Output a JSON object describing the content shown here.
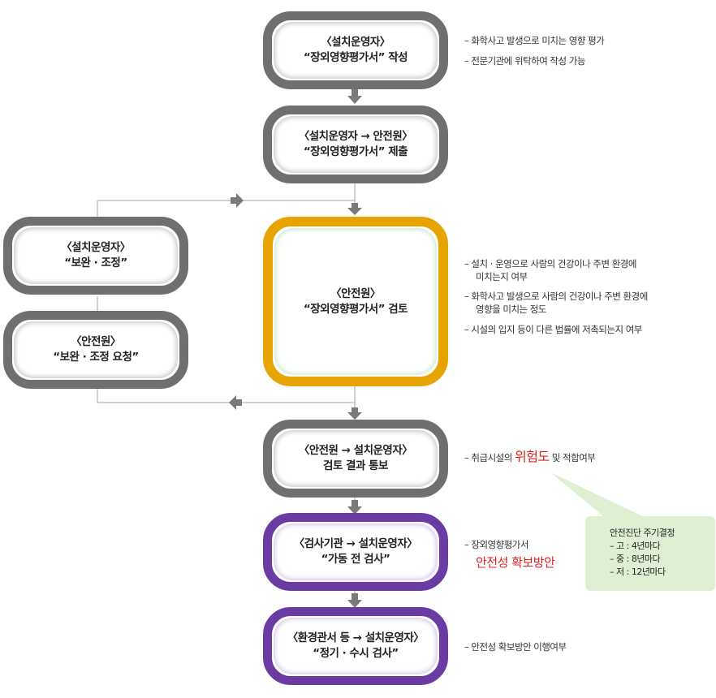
{
  "boxes": {
    "b1": {
      "line1": "〈설치운영자〉",
      "line2": "“장외영향평가서” 작성"
    },
    "b2": {
      "line1": "〈설치운영자 → 안전원〉",
      "line2": "“장외영향평가서” 제출"
    },
    "b3": {
      "line1": "〈안전원〉",
      "line2": "“장외영향평가서” 검토"
    },
    "b4": {
      "line1": "〈안전원 → 설치운영자〉",
      "line2": "검토 결과 통보"
    },
    "b5": {
      "line1": "〈검사기관 → 설치운영자〉",
      "line2": "“가동 전 검사”"
    },
    "b6": {
      "line1": "〈환경관서 등 → 설치운영자〉",
      "line2": "“정기 · 수시 검사”"
    },
    "side1": {
      "line1": "〈설치운영자〉",
      "line2": "“보완 · 조정”"
    },
    "side2": {
      "line1": "〈안전원〉",
      "line2": "“보완 · 조정 요청”"
    }
  },
  "notes": {
    "n1a": "– 화학사고 발생으로 미치는 영향 평가",
    "n1b": "– 전문기관에 위탁하여 작성 가능",
    "n3a1": "– 설치 · 운영으로 사람의 건강이나 주변 환경에",
    "n3a2": "미치는지 여부",
    "n3b1": "– 화학사고 발생으로 사람의 건강이나 주변 환경에",
    "n3b2": "영향을 미치는 정도",
    "n3c": "– 시설의 입지 등이 다른 법률에 저촉되는지 여부",
    "n4_pre": "– 취급시설의",
    "n4_red": "위험도",
    "n4_post": "및 적합여부",
    "n5a": "– 장외영향평가서",
    "n5_red": "안전성 확보방안",
    "n6": "– 안전성 확보방안 이행여부"
  },
  "callout": {
    "title": "안전진단 주기결정",
    "items": [
      "– 고 : 4년마다",
      "– 중 : 8년마다",
      "– 저 : 12년마다"
    ]
  },
  "colors": {
    "gray": "#6f6f6f",
    "orange": "#e7a400",
    "purple": "#6a3ba2",
    "red": "#e0201e",
    "callout": "#dfefd3",
    "line": "#b5b5b5"
  }
}
